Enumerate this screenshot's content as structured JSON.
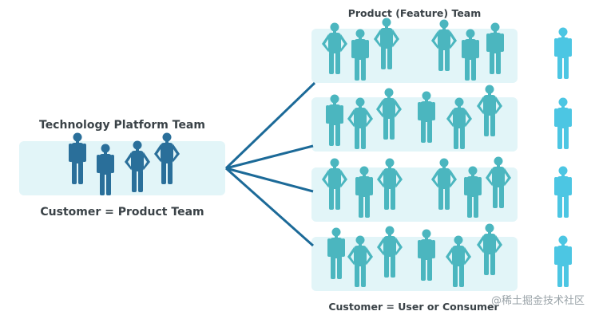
{
  "diagram": {
    "left_title": "Technology Platform Team",
    "left_caption": "Customer = Product Team",
    "right_title": "Product (Feature) Team",
    "right_caption": "Customer = User or Consumer",
    "watermark": "@稀土掘金技术社区"
  },
  "colors": {
    "panel": "#e2f5f8",
    "platform_person": "#2a6f9a",
    "product_person": "#4bb6bf",
    "consumer_person": "#4cc6e3",
    "connector": "#1c6a98",
    "text": "#3a4247"
  }
}
